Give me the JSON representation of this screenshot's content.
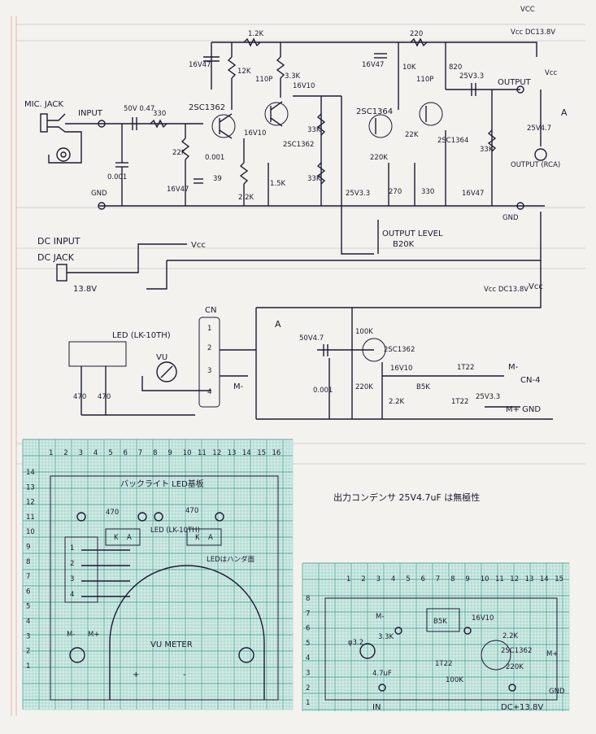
{
  "header": {
    "top_text": "VCC",
    "note": "出力コンデンサ 25V4.7uF は無極性"
  },
  "labels": {
    "mic_jack": "MIC. JACK",
    "input": "INPUT",
    "gnd": "GND",
    "gnd2": "GND",
    "output": "OUTPUT",
    "output_rca": "OUTPUT (RCA)",
    "output_level": "OUTPUT LEVEL",
    "output_level_val": "B20K",
    "vcc": "Vcc",
    "vcc_dc": "Vcc DC13.8V",
    "dc_input": "DC INPUT",
    "dc_jack": "DC JACK",
    "dc_volt": "13.8V",
    "vcc2": "Vcc",
    "vcc_dc2": "Vcc DC13.8V",
    "vcc3": "Vcc",
    "cn": "CN",
    "led_name": "LED (LK-10TH)",
    "vu": "VU",
    "m_minus": "M-",
    "m_minus2": "M-",
    "cn4": "CN-4",
    "m_plus_gnd": "M+ GND",
    "a1": "A",
    "a2": "A"
  },
  "parts": {
    "r1": "1.2K",
    "r2": "12K",
    "r3": "3.3K",
    "r4": "22K",
    "r5": "39",
    "r6": "2.2K",
    "r7": "1.5K",
    "r8": "33K",
    "r9": "33K",
    "r10": "330",
    "r11": "220",
    "r12": "10K",
    "r13": "820",
    "r14": "22K",
    "r15": "220K",
    "r16": "270",
    "r17": "330",
    "r18": "33K",
    "r19": "470",
    "r20": "470",
    "r21": "100K",
    "r22": "220K",
    "r23": "2.2K",
    "vr": "B5K",
    "c1": "50V 0.47",
    "c2": "0.001",
    "c3": "0.001",
    "c4": "110P",
    "c5": "16V10",
    "c6": "16V10",
    "c7": "16V47",
    "c8": "110P",
    "c9": "25V3.3",
    "c10": "25V4.7",
    "c11": "25V3.3",
    "c12": "16V47",
    "c13": "50V4.7",
    "c14": "0.001",
    "c15": "16V10",
    "c16": "25V3.3",
    "c17": "16V47",
    "c18": "16V47",
    "q1": "2SC1362",
    "q2": "2SC1362",
    "q3": "2SC1364",
    "q4": "2SC1364",
    "q5": "2SC1362",
    "d1": "1T22",
    "d2": "1T22",
    "cn1": "1",
    "cn2": "2",
    "cn3": "3",
    "cn4": "4"
  },
  "board1": {
    "x_ticks": [
      "1",
      "2",
      "3",
      "4",
      "5",
      "6",
      "7",
      "8",
      "9",
      "10",
      "11",
      "12",
      "13",
      "14",
      "15",
      "16"
    ],
    "y_ticks": [
      "14",
      "13",
      "12",
      "11",
      "10",
      "9",
      "8",
      "7",
      "6",
      "5",
      "4",
      "3",
      "2",
      "1"
    ],
    "title": "バックライト LED基板",
    "r_a": "470",
    "r_b": "470",
    "led": "LED (LK-10TH)",
    "k1": "K",
    "a1": "A",
    "k2": "K",
    "a2": "A",
    "pins": [
      "1",
      "2",
      "3",
      "4"
    ],
    "solder_note": "LEDはハンダ面",
    "m_minus": "M-",
    "m_plus": "M+",
    "meter": "VU METER",
    "plus": "+",
    "minus": "-"
  },
  "board2": {
    "x_ticks": [
      "1",
      "2",
      "3",
      "4",
      "5",
      "6",
      "7",
      "8",
      "9",
      "10",
      "11",
      "12",
      "13",
      "14",
      "15"
    ],
    "y_ticks": [
      "8",
      "7",
      "6",
      "5",
      "4",
      "3",
      "2",
      "1"
    ],
    "m_minus": "M-",
    "vr": "B5K",
    "c_top": "16V10",
    "r_a": "3.3K",
    "r_b": "2.2K",
    "hole": "φ3.2",
    "d": "1T22",
    "q": "2SC1362",
    "m_plus": "M+",
    "c_in": "4.7uF",
    "r_c": "100K",
    "r_d": "220K",
    "gnd": "GND",
    "input": "IN",
    "dc": "DC+13.8V"
  }
}
